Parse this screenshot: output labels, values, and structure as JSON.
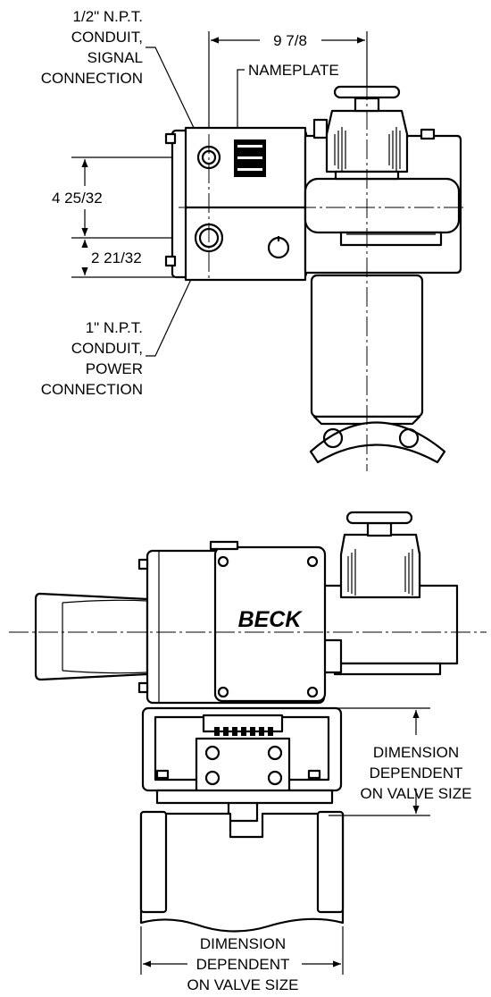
{
  "top_view": {
    "signal_conduit": [
      "1/2\" N.P.T.",
      "CONDUIT,",
      "SIGNAL",
      "CONNECTION"
    ],
    "nameplate": "NAMEPLATE",
    "dim_width": "9 7/8",
    "dim_upper": "4 25/32",
    "dim_lower": "2 21/32",
    "power_conduit": [
      "1\" N.P.T.",
      "CONDUIT,",
      "POWER",
      "CONNECTION"
    ]
  },
  "side_view": {
    "brand": "BECK",
    "dim_vertical": [
      "DIMENSION",
      "DEPENDENT",
      "ON VALVE SIZE"
    ],
    "dim_horizontal": [
      "DIMENSION",
      "DEPENDENT",
      "ON VALVE SIZE"
    ]
  }
}
